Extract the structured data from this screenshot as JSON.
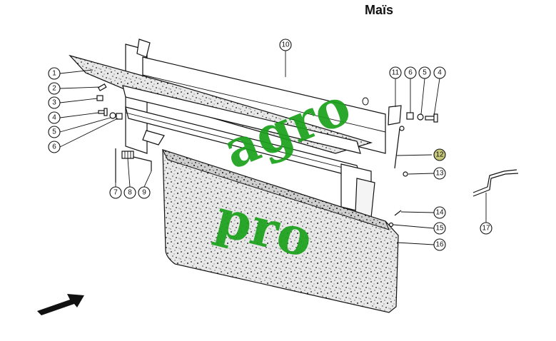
{
  "title": "Maïs",
  "watermark": {
    "top_word": "agro",
    "bottom_word": "pro",
    "color": "#1aa11a"
  },
  "colors": {
    "highlight_callout": "#c6c77a",
    "ink": "#111111"
  },
  "callouts": [
    {
      "id": "c1",
      "label": "1"
    },
    {
      "id": "c2",
      "label": "2"
    },
    {
      "id": "c3",
      "label": "3"
    },
    {
      "id": "c4a",
      "label": "4"
    },
    {
      "id": "c5a",
      "label": "5"
    },
    {
      "id": "c6a",
      "label": "6"
    },
    {
      "id": "c7",
      "label": "7"
    },
    {
      "id": "c8",
      "label": "8"
    },
    {
      "id": "c9",
      "label": "9"
    },
    {
      "id": "c10",
      "label": "10"
    },
    {
      "id": "c11",
      "label": "11"
    },
    {
      "id": "c6b",
      "label": "6"
    },
    {
      "id": "c5b",
      "label": "5"
    },
    {
      "id": "c4b",
      "label": "4"
    },
    {
      "id": "c12",
      "label": "12"
    },
    {
      "id": "c13",
      "label": "13"
    },
    {
      "id": "c14",
      "label": "14"
    },
    {
      "id": "c15",
      "label": "15"
    },
    {
      "id": "c16",
      "label": "16"
    },
    {
      "id": "c17",
      "label": "17"
    }
  ]
}
